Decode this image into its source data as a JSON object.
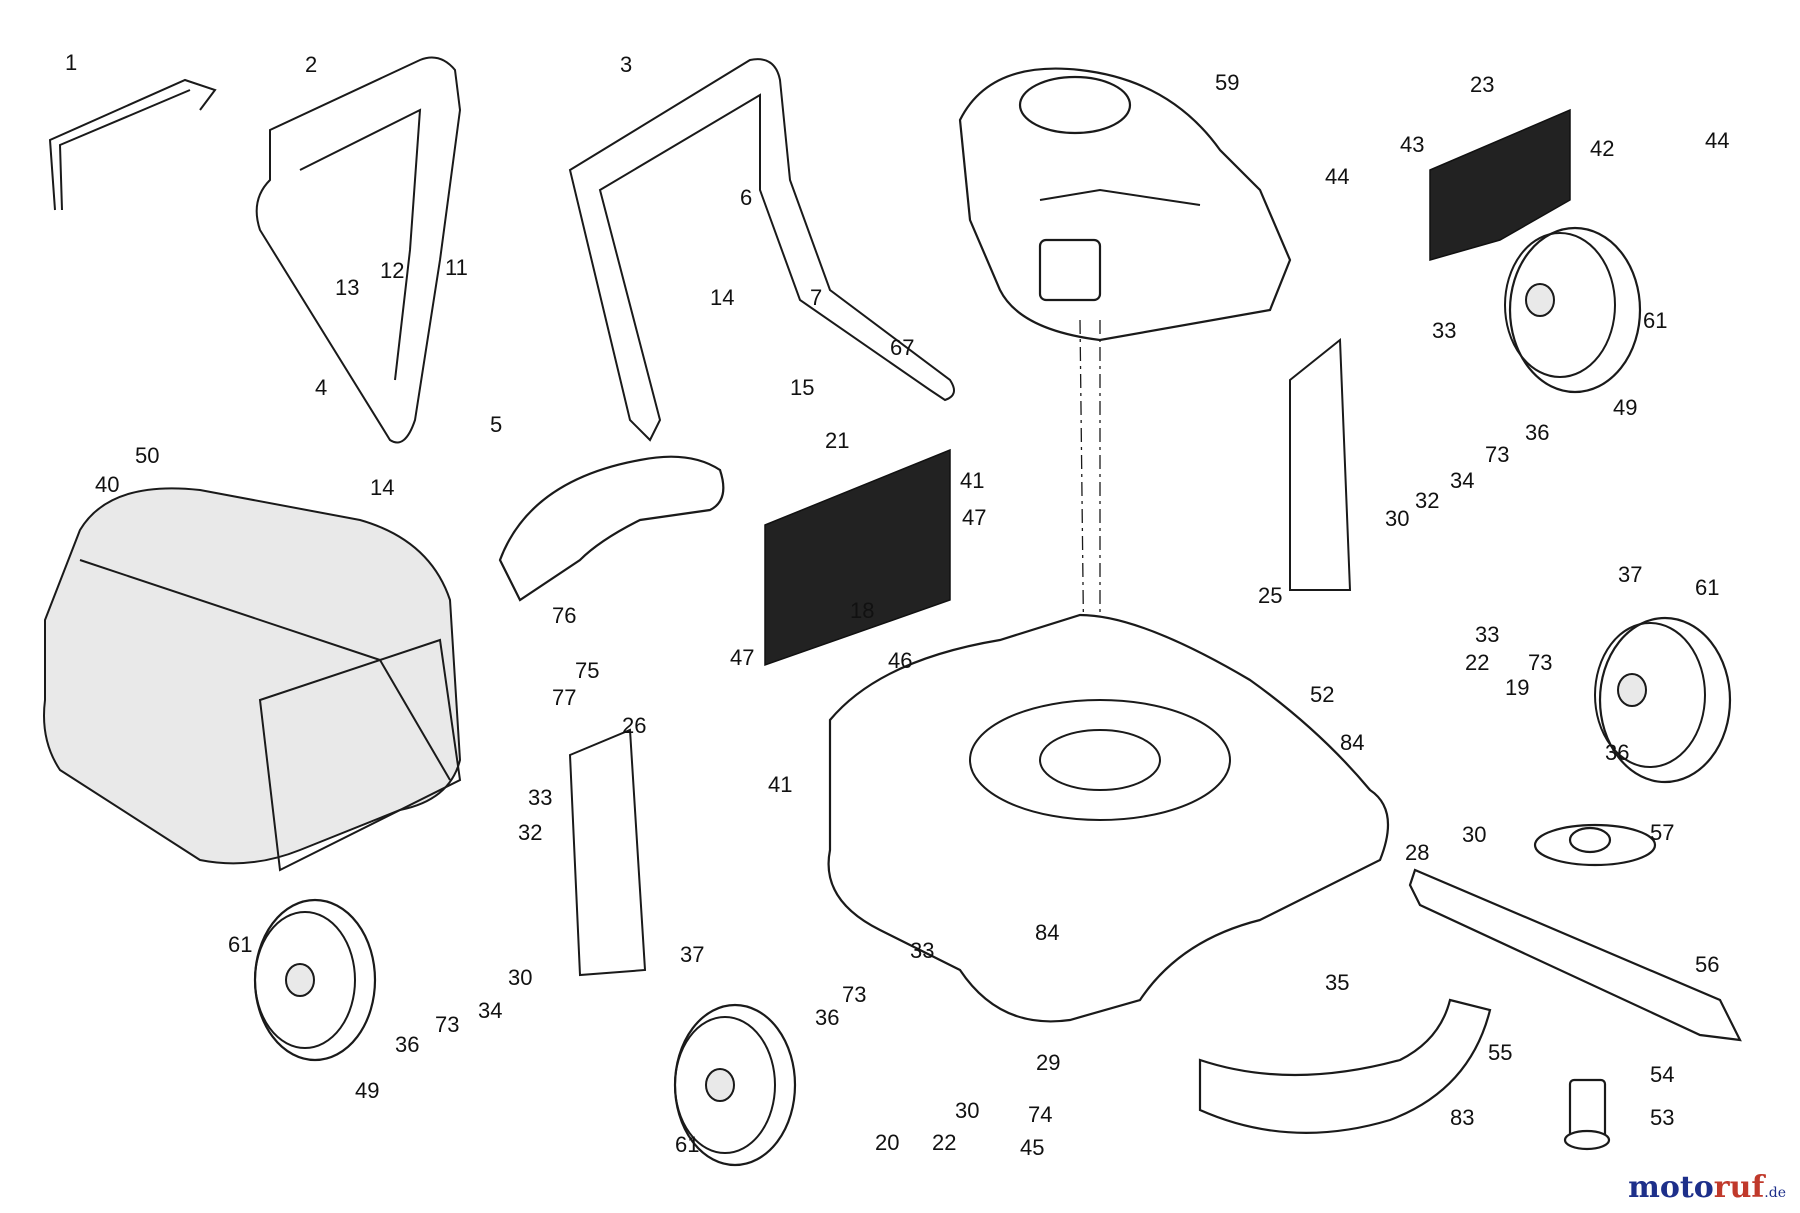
{
  "callouts": [
    {
      "num": "1"
    },
    {
      "num": "2"
    },
    {
      "num": "3"
    },
    {
      "num": "59"
    },
    {
      "num": "23"
    },
    {
      "num": "43"
    },
    {
      "num": "42"
    },
    {
      "num": "44"
    },
    {
      "num": "44"
    },
    {
      "num": "6"
    },
    {
      "num": "12"
    },
    {
      "num": "13"
    },
    {
      "num": "11"
    },
    {
      "num": "7"
    },
    {
      "num": "14"
    },
    {
      "num": "67"
    },
    {
      "num": "15"
    },
    {
      "num": "4"
    },
    {
      "num": "5"
    },
    {
      "num": "21"
    },
    {
      "num": "41"
    },
    {
      "num": "14"
    },
    {
      "num": "47"
    },
    {
      "num": "33"
    },
    {
      "num": "61"
    },
    {
      "num": "49"
    },
    {
      "num": "36"
    },
    {
      "num": "73"
    },
    {
      "num": "34"
    },
    {
      "num": "32"
    },
    {
      "num": "30"
    },
    {
      "num": "40"
    },
    {
      "num": "50"
    },
    {
      "num": "76"
    },
    {
      "num": "75"
    },
    {
      "num": "77"
    },
    {
      "num": "18"
    },
    {
      "num": "47"
    },
    {
      "num": "46"
    },
    {
      "num": "52"
    },
    {
      "num": "25"
    },
    {
      "num": "37"
    },
    {
      "num": "61"
    },
    {
      "num": "33"
    },
    {
      "num": "22"
    },
    {
      "num": "73"
    },
    {
      "num": "19"
    },
    {
      "num": "36"
    },
    {
      "num": "84"
    },
    {
      "num": "30"
    },
    {
      "num": "28"
    },
    {
      "num": "57"
    },
    {
      "num": "26"
    },
    {
      "num": "41"
    },
    {
      "num": "33"
    },
    {
      "num": "32"
    },
    {
      "num": "61"
    },
    {
      "num": "36"
    },
    {
      "num": "73"
    },
    {
      "num": "34"
    },
    {
      "num": "30"
    },
    {
      "num": "49"
    },
    {
      "num": "37"
    },
    {
      "num": "33"
    },
    {
      "num": "73"
    },
    {
      "num": "36"
    },
    {
      "num": "84"
    },
    {
      "num": "29"
    },
    {
      "num": "30"
    },
    {
      "num": "74"
    },
    {
      "num": "45"
    },
    {
      "num": "20"
    },
    {
      "num": "22"
    },
    {
      "num": "61"
    },
    {
      "num": "35"
    },
    {
      "num": "56"
    },
    {
      "num": "55"
    },
    {
      "num": "54"
    },
    {
      "num": "53"
    },
    {
      "num": "83"
    }
  ],
  "brand": {
    "part1": "moto",
    "part2": "ruf",
    "part3": ".de"
  }
}
